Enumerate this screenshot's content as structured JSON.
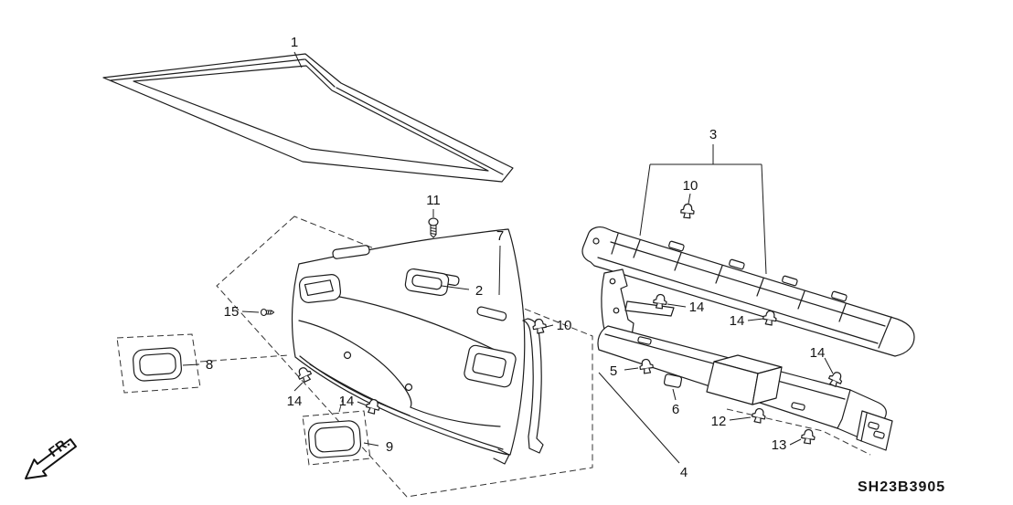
{
  "diagram_code": "SH23B3905",
  "direction_label": "FR.",
  "part_labels": [
    {
      "text": "1"
    },
    {
      "text": "2"
    },
    {
      "text": "3"
    },
    {
      "text": "4"
    },
    {
      "text": "5"
    },
    {
      "text": "6"
    },
    {
      "text": "7"
    },
    {
      "text": "8"
    },
    {
      "text": "9"
    },
    {
      "text": "10"
    },
    {
      "text": "10"
    },
    {
      "text": "11"
    },
    {
      "text": "12"
    },
    {
      "text": "13"
    },
    {
      "text": "14"
    },
    {
      "text": "14"
    },
    {
      "text": "14"
    },
    {
      "text": "14"
    },
    {
      "text": "14"
    },
    {
      "text": "15"
    }
  ]
}
